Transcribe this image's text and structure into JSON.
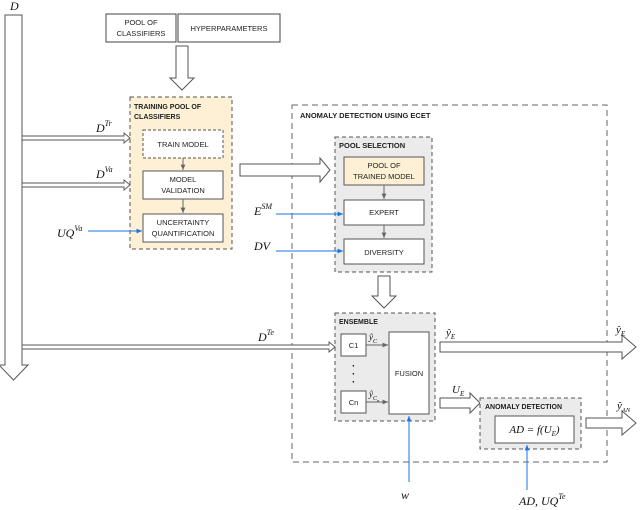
{
  "top_inputs": {
    "pool_of_classifiers": [
      "POOL OF",
      "CLASSIFIERS"
    ],
    "hyperparameters": "HYPERPARAMETERS"
  },
  "training_pool": {
    "title": [
      "TRAINING POOL OF",
      "CLASSIFIERS"
    ],
    "train_model": "TRAIN MODEL",
    "model_validation": [
      "MODEL",
      "VALIDATION"
    ],
    "uncertainty_quantification": [
      "UNCERTAINTY",
      "QUANTIFICATION"
    ]
  },
  "anomaly_detection_ecet": {
    "title": "ANOMALY DETECTION USING ECET"
  },
  "pool_selection": {
    "title": "POOL SELECTION",
    "pool_of_trained_model": [
      "POOL OF",
      "TRAINED MODEL"
    ],
    "expert": "EXPERT",
    "diversity": "DIVERSITY"
  },
  "ensemble": {
    "title": "ENSEMBLE",
    "c1": "C1",
    "cn": "Cn",
    "dots": "·",
    "fusion": "FUSION",
    "y_c1": "ŷ",
    "y_c1_sub": "C",
    "y_cn": "ŷ",
    "y_cn_sub": "C",
    "y_cn_subsub": "n"
  },
  "anomaly_detection": {
    "title": "ANOMALY DETECTION",
    "formula": "AD = f(U",
    "formula_sub": "E",
    "formula_end": ")"
  },
  "labels": {
    "D": "D",
    "D_tr": "D",
    "D_tr_sup": "Tr",
    "D_va": "D",
    "D_va_sup": "Va",
    "UQ_va": "UQ",
    "UQ_va_sup": "Va",
    "E_sm": "E",
    "E_sm_sup": "SM",
    "DV": "DV",
    "D_te": "D",
    "D_te_sup": "Te",
    "y_e": "ŷ",
    "y_e_sub": "E",
    "y_e_out": "ŷ",
    "y_e_out_sub": "E",
    "u_e": "U",
    "u_e_sub": "E",
    "y_an": "ŷ",
    "y_an_sub": "AN",
    "w": "w",
    "ad_uq_te": "AD, UQ",
    "ad_uq_te_sup": "Te"
  },
  "colors": {
    "line": "#555555",
    "arrow_blue": "#1a73e8",
    "orange_fill": "#fdf0d5",
    "orange_border": "#e8b04a",
    "gray_fill": "#ebebeb",
    "box_fill": "#ffffff"
  }
}
